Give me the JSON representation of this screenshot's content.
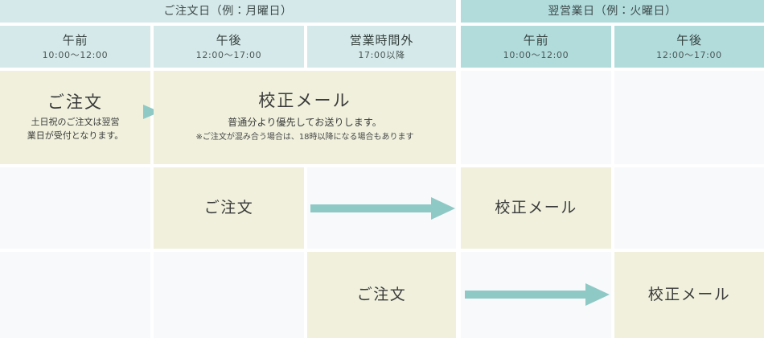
{
  "table": {
    "header_bands": [
      {
        "label": "ご注文日（例：月曜日）"
      },
      {
        "label": "翌営業日（例：火曜日）"
      }
    ],
    "columns": [
      {
        "title": "午前",
        "time": "10:00〜12:00"
      },
      {
        "title": "午後",
        "time": "12:00〜17:00"
      },
      {
        "title": "営業時間外",
        "time": "17:00以降"
      },
      {
        "title": "午前",
        "time": "10:00〜12:00"
      },
      {
        "title": "午後",
        "time": "12:00〜17:00"
      }
    ],
    "rows": [
      {
        "order_title": "ご注文",
        "order_note_line1": "土日祝のご注文は翌営",
        "order_note_line2": "業日が受付となります。",
        "mail_title": "校正メール",
        "mail_sub": "普通分より優先してお送りします。",
        "mail_note": "※ご注文が混み合う場合は、18時以降になる場合もあります"
      },
      {
        "order_title": "ご注文",
        "mail_title": "校正メール"
      },
      {
        "order_title": "ご注文",
        "mail_title": "校正メール"
      }
    ]
  },
  "colors": {
    "band_light": "#d6e9ea",
    "band_dark": "#b2dcdc",
    "cell_fill": "#f0f0dd",
    "cell_empty": "#f8f9fb",
    "arrow": "#8fc9c6",
    "text": "#3c3c3c"
  }
}
